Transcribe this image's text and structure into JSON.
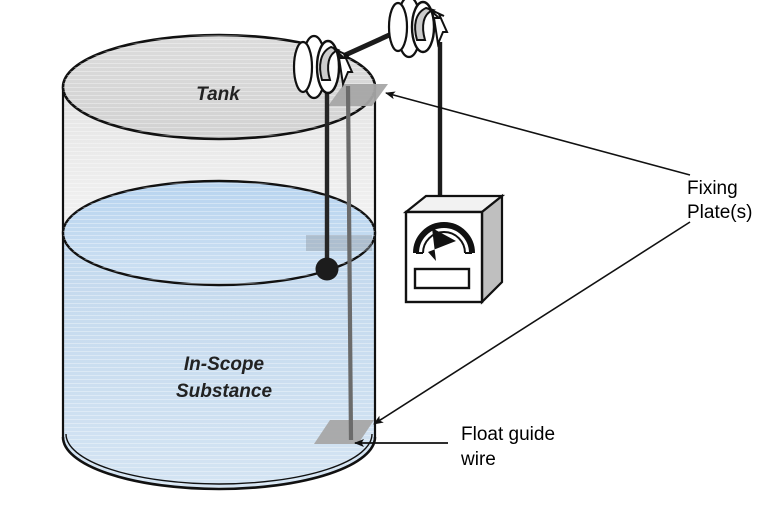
{
  "diagram": {
    "title": "Float-type tank level gauge schematic",
    "labels": {
      "tank": "Tank",
      "substance_line1": "In-Scope",
      "substance_line2": "Substance",
      "fixing_line1": "Fixing",
      "fixing_line2": "Plate(s)",
      "float_line1": "Float guide",
      "float_line2": "wire"
    },
    "parts": {
      "tank_name": "tank-cylinder",
      "liquid_name": "liquid-body",
      "liquid_surface_name": "liquid-surface-ellipse",
      "tank_top_name": "tank-top-ellipse",
      "pulley_inner_name": "pulley-inner",
      "pulley_outer_name": "pulley-outer",
      "gauge_name": "servo-gauge-box",
      "float_name": "float-ball",
      "float_wire_name": "float-wire",
      "guide_wire_name": "float-guide-wire",
      "counterweight_wire_name": "counterweight-wire",
      "plate_top_name": "fixing-plate-top",
      "plate_bottom_name": "fixing-plate-bottom",
      "plate_mid_name": "fixing-plate-mid"
    },
    "colors": {
      "outline": "#1a1a1a",
      "liquid_fill_top": "#c3d9ee",
      "liquid_fill_bottom": "#cfe0f1",
      "liquid_surface": "#bdd7ee",
      "tank_top_fill": "#d9d9d9",
      "tank_body_fill": "#efefef",
      "plate_gray": "#a6a6a6",
      "wire_dark": "#262626",
      "wire_gray": "#666666",
      "gauge_side": "#bfbfbf",
      "gauge_face": "#ffffff"
    }
  }
}
